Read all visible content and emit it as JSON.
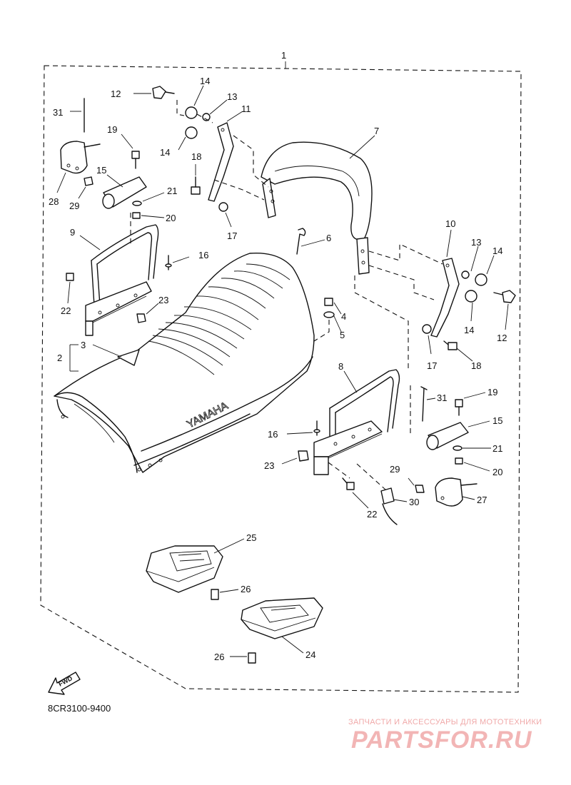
{
  "diagram": {
    "drawing_code": "8CR3100-9400",
    "fwd_label": "FWD",
    "seat_logo": "YAMAHA",
    "watermark": {
      "tagline": "ЗАПЧАСТИ И АКСЕССУАРЫ ДЛЯ МОТОТЕХНИКИ",
      "logo": "PARTSFOR.RU"
    },
    "callouts": {
      "c1": "1",
      "c2": "2",
      "c3": "3",
      "c4": "4",
      "c5": "5",
      "c6": "6",
      "c7": "7",
      "c8": "8",
      "c9": "9",
      "c10": "10",
      "c11": "11",
      "c12a": "12",
      "c12b": "12",
      "c13a": "13",
      "c13b": "13",
      "c14a": "14",
      "c14b": "14",
      "c14c": "14",
      "c14d": "14",
      "c15a": "15",
      "c15b": "15",
      "c16a": "16",
      "c16b": "16",
      "c17a": "17",
      "c17b": "17",
      "c18a": "18",
      "c18b": "18",
      "c19a": "19",
      "c19b": "19",
      "c20a": "20",
      "c20b": "20",
      "c21a": "21",
      "c21b": "21",
      "c22a": "22",
      "c22b": "22",
      "c23a": "23",
      "c23b": "23",
      "c24": "24",
      "c25": "25",
      "c26a": "26",
      "c26b": "26",
      "c27": "27",
      "c28": "28",
      "c29a": "29",
      "c29b": "29",
      "c30": "30",
      "c31a": "31",
      "c31b": "31"
    }
  }
}
